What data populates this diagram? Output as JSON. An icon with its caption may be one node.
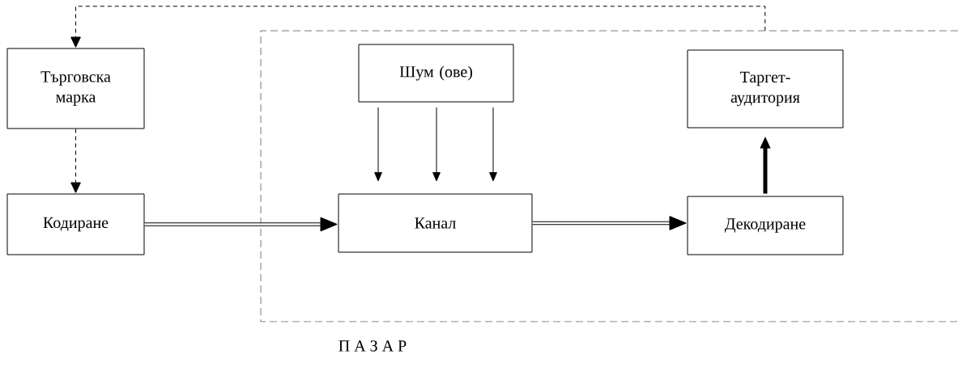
{
  "diagram": {
    "nodes": [
      {
        "text": [
          "Търговска марка"
        ]
      },
      {
        "text": [
          "Кодиране"
        ]
      },
      {
        "text": [
          "П А З А Р"
        ]
      },
      {
        "text": [
          "Шум (ове)"
        ],
        "in": 2
      },
      {
        "text": [
          "Канал"
        ],
        "in": 2
      },
      {
        "text": [
          "Таргет-аудитория"
        ],
        "in": 2
      },
      {
        "text": [
          "Декодиране"
        ],
        "in": 2
      }
    ],
    "edges": [
      {
        "from": 2,
        "to": 0,
        "arrow": "to",
        "style": "dashed"
      },
      {
        "from": 0,
        "to": 1,
        "arrow": "to",
        "style": "dashed"
      },
      {
        "from": 1,
        "to": 4,
        "arrow": "to",
        "style": "thick"
      },
      {
        "from": 3,
        "to": 4,
        "arrow": "to"
      },
      {
        "from": 3,
        "to": 4,
        "arrow": "to"
      },
      {
        "from": 3,
        "to": 4,
        "arrow": "to"
      },
      {
        "from": 4,
        "to": 6,
        "arrow": "to",
        "style": "thick"
      },
      {
        "from": 6,
        "to": 5,
        "arrow": "to",
        "style": "thick"
      }
    ]
  }
}
